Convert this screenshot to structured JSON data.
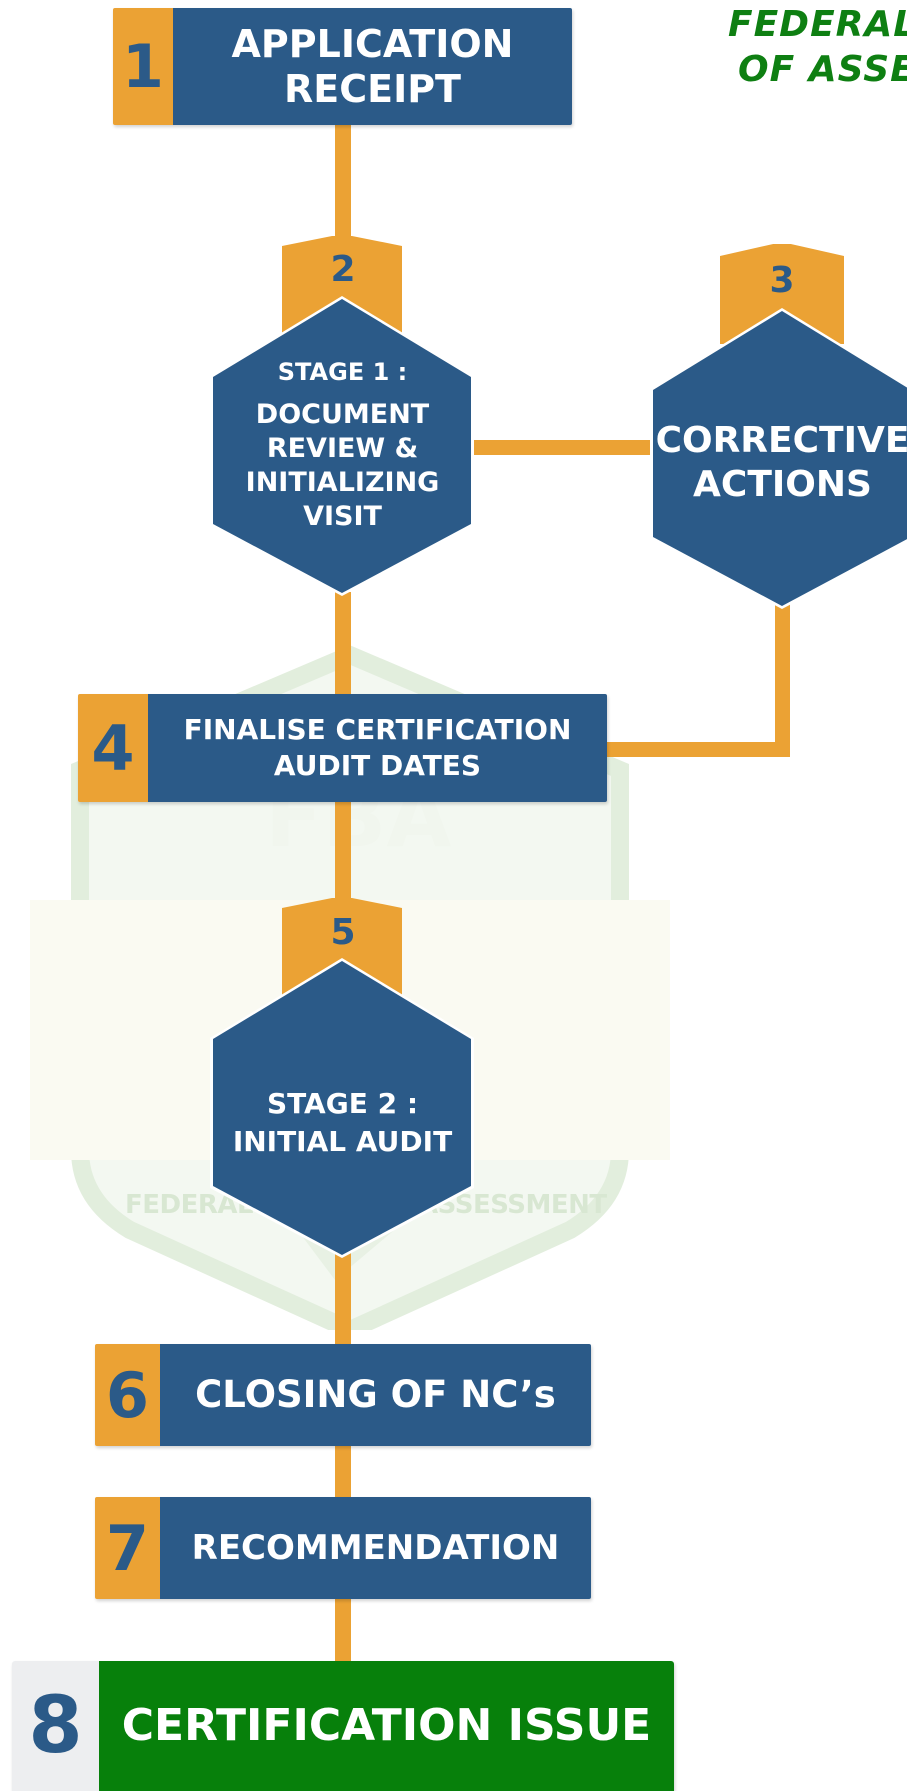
{
  "header": {
    "org_title_line1": "FEDERAL",
    "org_title_line2": "OF ASSE"
  },
  "watermark": {
    "logo_text": "FBA",
    "text": "FEDERAL BOARD OF ASSESSMENT"
  },
  "steps": {
    "s1": {
      "number": "1",
      "label_line1": "APPLICATION",
      "label_line2": "RECEIPT"
    },
    "s2": {
      "number": "2",
      "line1": "STAGE 1 :",
      "line2": "DOCUMENT",
      "line3": "REVIEW &",
      "line4": "INITIALIZING",
      "line5": "VISIT"
    },
    "s3": {
      "number": "3",
      "line1": "CORRECTIVE",
      "line2": "ACTIONS"
    },
    "s4": {
      "number": "4",
      "label_line1": "FINALISE CERTIFICATION",
      "label_line2": "AUDIT DATES"
    },
    "s5": {
      "number": "5",
      "line1": "STAGE 2 :",
      "line2": "INITIAL AUDIT"
    },
    "s6": {
      "number": "6",
      "label": "CLOSING OF NC’s"
    },
    "s7": {
      "number": "7",
      "label": "RECOMMENDATION"
    },
    "s8": {
      "number": "8",
      "label": "CERTIFICATION ISSUE"
    }
  },
  "colors": {
    "primary_blue": "#2B5A88",
    "accent_orange": "#EBA234",
    "final_green": "#07800B",
    "org_title_green": "#0E7F12"
  }
}
